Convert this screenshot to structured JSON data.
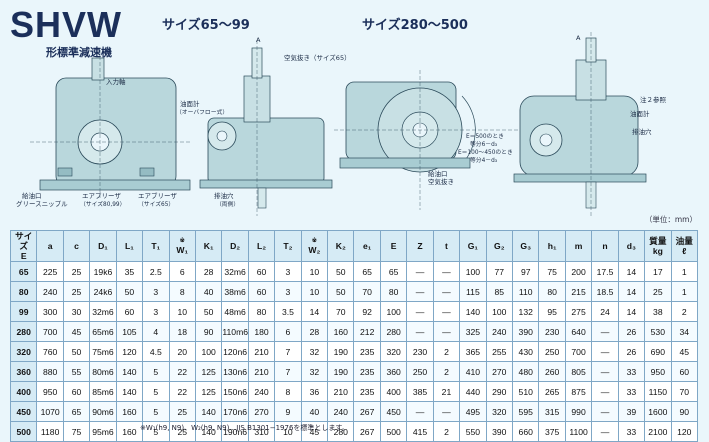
{
  "header": {
    "title": "SHVW",
    "subtitle": "形標準減速機",
    "size_small": "サイズ65～99",
    "size_large": "サイズ280～500",
    "unit": "（単位：mm）"
  },
  "labels": {
    "input_shaft": "入力軸",
    "oil_gauge": "油面計",
    "oil_gauge_sub": "（オーバフロー式）",
    "air_vent_65": "空気抜き（サイズ65）",
    "oil_drain": "給油口",
    "grease": "グリースニップル",
    "air_breather_80": "エアブリーザ",
    "air_breather_80_sub": "（サイズ80,99）",
    "air_breather_65": "エアブリーザ",
    "air_breather_65_sub": "（サイズ65）",
    "drain_hole": "排油穴",
    "drain_hole_sub": "（両側）",
    "oil_inlet": "給油口",
    "air_vent": "空気抜き",
    "e_500": "E＝500のとき",
    "e_500_sub": "等分6－d₃",
    "e_100": "E＝100～450のとき",
    "e_100_sub": "等分4－d₃",
    "oil_gauge_2": "油面計",
    "drain_hole_2": "排油穴",
    "note2": "注２参照",
    "arrow_a": "A",
    "arrow_a2": "A"
  },
  "table": {
    "headers": [
      {
        "main": "サイズ",
        "sub": "E",
        "mark": ""
      },
      {
        "main": "a",
        "sub": "",
        "mark": ""
      },
      {
        "main": "c",
        "sub": "",
        "mark": ""
      },
      {
        "main": "D₁",
        "sub": "",
        "mark": ""
      },
      {
        "main": "L₁",
        "sub": "",
        "mark": ""
      },
      {
        "main": "T₁",
        "sub": "",
        "mark": ""
      },
      {
        "main": "W₁",
        "sub": "",
        "mark": "※"
      },
      {
        "main": "K₁",
        "sub": "",
        "mark": ""
      },
      {
        "main": "D₂",
        "sub": "",
        "mark": ""
      },
      {
        "main": "L₂",
        "sub": "",
        "mark": ""
      },
      {
        "main": "T₂",
        "sub": "",
        "mark": ""
      },
      {
        "main": "W₂",
        "sub": "",
        "mark": "※"
      },
      {
        "main": "K₂",
        "sub": "",
        "mark": ""
      },
      {
        "main": "e₁",
        "sub": "",
        "mark": ""
      },
      {
        "main": "E",
        "sub": "",
        "mark": ""
      },
      {
        "main": "Z",
        "sub": "",
        "mark": ""
      },
      {
        "main": "t",
        "sub": "",
        "mark": ""
      },
      {
        "main": "G₁",
        "sub": "",
        "mark": ""
      },
      {
        "main": "G₂",
        "sub": "",
        "mark": ""
      },
      {
        "main": "G₃",
        "sub": "",
        "mark": ""
      },
      {
        "main": "h₁",
        "sub": "",
        "mark": ""
      },
      {
        "main": "m",
        "sub": "",
        "mark": ""
      },
      {
        "main": "n",
        "sub": "",
        "mark": ""
      },
      {
        "main": "d₃",
        "sub": "",
        "mark": ""
      },
      {
        "main": "質量",
        "sub": "kg",
        "mark": ""
      },
      {
        "main": "油量",
        "sub": "ℓ",
        "mark": ""
      }
    ],
    "rows": [
      [
        "65",
        "225",
        "25",
        "19k6",
        "35",
        "2.5",
        "6",
        "28",
        "32m6",
        "60",
        "3",
        "10",
        "50",
        "65",
        "65",
        "—",
        "—",
        "100",
        "77",
        "97",
        "75",
        "200",
        "17.5",
        "14",
        "17",
        "1"
      ],
      [
        "80",
        "240",
        "25",
        "24k6",
        "50",
        "3",
        "8",
        "40",
        "38m6",
        "60",
        "3",
        "10",
        "50",
        "70",
        "80",
        "—",
        "—",
        "115",
        "85",
        "110",
        "80",
        "215",
        "18.5",
        "14",
        "25",
        "1"
      ],
      [
        "99",
        "300",
        "30",
        "32m6",
        "60",
        "3",
        "10",
        "50",
        "48m6",
        "80",
        "3.5",
        "14",
        "70",
        "92",
        "100",
        "—",
        "—",
        "140",
        "100",
        "132",
        "95",
        "275",
        "24",
        "14",
        "38",
        "2"
      ],
      [
        "280",
        "700",
        "45",
        "65m6",
        "105",
        "4",
        "18",
        "90",
        "110m6",
        "180",
        "6",
        "28",
        "160",
        "212",
        "280",
        "—",
        "—",
        "325",
        "240",
        "390",
        "230",
        "640",
        "—",
        "26",
        "530",
        "34"
      ],
      [
        "320",
        "760",
        "50",
        "75m6",
        "120",
        "4.5",
        "20",
        "100",
        "120n6",
        "210",
        "7",
        "32",
        "190",
        "235",
        "320",
        "230",
        "2",
        "365",
        "255",
        "430",
        "250",
        "700",
        "—",
        "26",
        "690",
        "45"
      ],
      [
        "360",
        "880",
        "55",
        "80m6",
        "140",
        "5",
        "22",
        "125",
        "130n6",
        "210",
        "7",
        "32",
        "190",
        "235",
        "360",
        "250",
        "2",
        "410",
        "270",
        "480",
        "260",
        "805",
        "—",
        "33",
        "950",
        "60"
      ],
      [
        "400",
        "950",
        "60",
        "85m6",
        "140",
        "5",
        "22",
        "125",
        "150n6",
        "240",
        "8",
        "36",
        "210",
        "235",
        "400",
        "385",
        "21",
        "440",
        "290",
        "510",
        "265",
        "875",
        "—",
        "33",
        "1150",
        "70"
      ],
      [
        "450",
        "1070",
        "65",
        "90m6",
        "160",
        "5",
        "25",
        "140",
        "170n6",
        "270",
        "9",
        "40",
        "240",
        "267",
        "450",
        "—",
        "—",
        "495",
        "320",
        "595",
        "315",
        "990",
        "—",
        "39",
        "1600",
        "90"
      ],
      [
        "500",
        "1180",
        "75",
        "95m6",
        "160",
        "5",
        "25",
        "140",
        "190n6",
        "310",
        "10",
        "45",
        "280",
        "267",
        "500",
        "415",
        "2",
        "550",
        "390",
        "660",
        "375",
        "1100",
        "—",
        "33",
        "2100",
        "120"
      ]
    ]
  },
  "footnote": "※W₁(h9, N9)、W₂(h9, N9)…JIS B1301−1976を標準とします。",
  "colors": {
    "background": "#eaf6fb",
    "housing": "#b9d7dc",
    "housing_dark": "#8fb8c0",
    "header_cell": "#d6ebf5",
    "border": "#7fa7c6",
    "title": "#1b2f5a"
  }
}
